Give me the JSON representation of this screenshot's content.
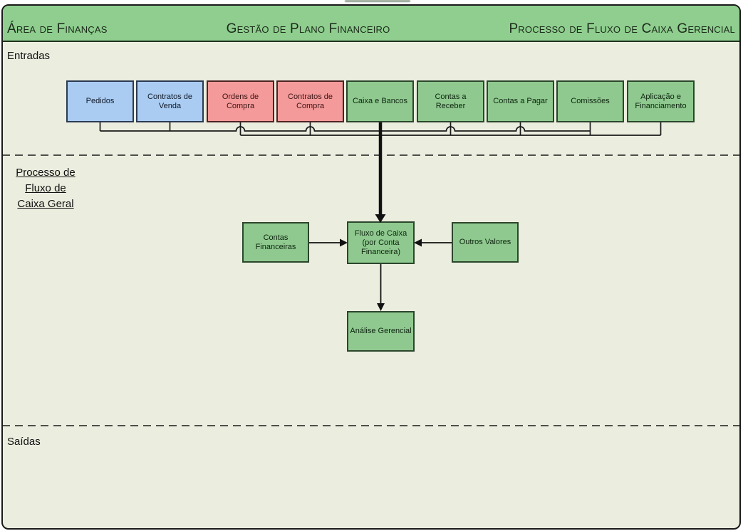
{
  "header": {
    "left_title": "Área de Finanças",
    "center_title": "Gestão de Plano Financeiro",
    "right_title": "Processo de Fluxo de Caixa Gerencial"
  },
  "lanes": {
    "entradas_label": "Entradas",
    "process_lane_title_lines": [
      "Processo de",
      "Fluxo de",
      "Caixa Geral"
    ],
    "saidas_label": "Saídas"
  },
  "entry_boxes": [
    {
      "label": "Pedidos",
      "type": "blue"
    },
    {
      "label": "Contratos de Venda",
      "type": "blue"
    },
    {
      "label": "Ordens de Compra",
      "type": "red"
    },
    {
      "label": "Contratos de Compra",
      "type": "red"
    },
    {
      "label": "Caixa e Bancos",
      "type": "green"
    },
    {
      "label": "Contas a Receber",
      "type": "green"
    },
    {
      "label": "Contas a Pagar",
      "type": "green"
    },
    {
      "label": "Comissões",
      "type": "green"
    },
    {
      "label": "Aplicação e Financiamento",
      "type": "green"
    }
  ],
  "process_boxes": {
    "contas_financeiras": "Contas Financeiras",
    "fluxo_de_caixa": "Fluxo de Caixa (por Conta Financeira)",
    "outros_valores": "Outros Valores",
    "analise_gerencial": "Análise Gerencial"
  },
  "colors": {
    "header_green": "#8FCE8F",
    "canvas_background": "#EBEEDF",
    "blue_box_fill": "#AACCF2",
    "red_box_fill": "#F59A9A",
    "green_box_fill": "#8FC98F",
    "connector_black": "#1a1a1a"
  }
}
